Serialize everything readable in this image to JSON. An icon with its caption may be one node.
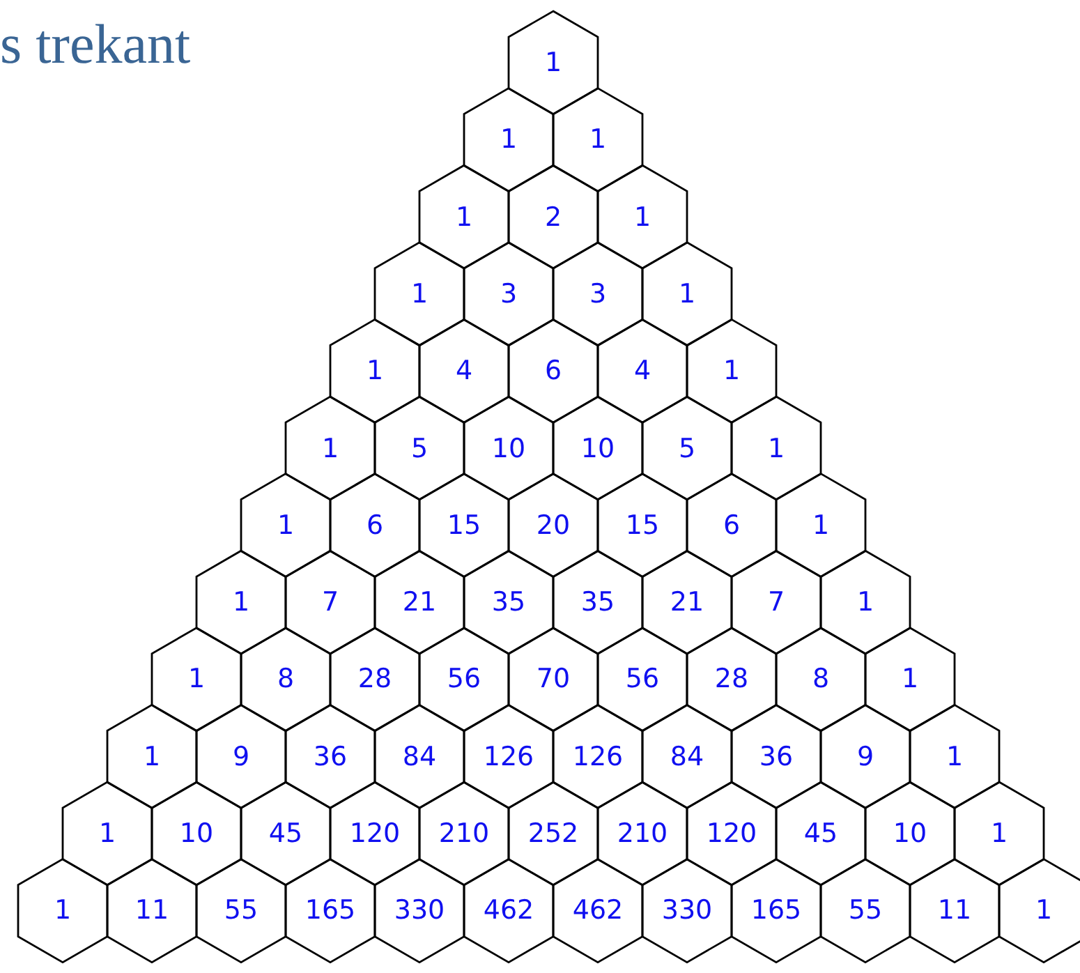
{
  "diagram": {
    "title": "s trekant",
    "nodes": [
      {
        "text": [
          "1"
        ]
      },
      {
        "text": [
          "1"
        ]
      },
      {
        "text": [
          "1"
        ]
      },
      {
        "text": [
          "1"
        ]
      },
      {
        "text": [
          "2"
        ]
      },
      {
        "text": [
          "1"
        ]
      },
      {
        "text": [
          "1"
        ]
      },
      {
        "text": [
          "3"
        ]
      },
      {
        "text": [
          "3"
        ]
      },
      {
        "text": [
          "1"
        ]
      },
      {
        "text": [
          "1"
        ]
      },
      {
        "text": [
          "4"
        ]
      },
      {
        "text": [
          "6"
        ]
      },
      {
        "text": [
          "4"
        ]
      },
      {
        "text": [
          "1"
        ]
      },
      {
        "text": [
          "1"
        ]
      },
      {
        "text": [
          "5"
        ]
      },
      {
        "text": [
          "10"
        ]
      },
      {
        "text": [
          "10"
        ]
      },
      {
        "text": [
          "5"
        ]
      },
      {
        "text": [
          "1"
        ]
      },
      {
        "text": [
          "1"
        ]
      },
      {
        "text": [
          "6"
        ]
      },
      {
        "text": [
          "15"
        ]
      },
      {
        "text": [
          "20"
        ]
      },
      {
        "text": [
          "15"
        ]
      },
      {
        "text": [
          "6"
        ]
      },
      {
        "text": [
          "1"
        ]
      },
      {
        "text": [
          "1"
        ]
      },
      {
        "text": [
          "7"
        ]
      },
      {
        "text": [
          "21"
        ]
      },
      {
        "text": [
          "35"
        ]
      },
      {
        "text": [
          "35"
        ]
      },
      {
        "text": [
          "21"
        ]
      },
      {
        "text": [
          "7"
        ]
      },
      {
        "text": [
          "1"
        ]
      },
      {
        "text": [
          "1"
        ]
      },
      {
        "text": [
          "8"
        ]
      },
      {
        "text": [
          "28"
        ]
      },
      {
        "text": [
          "56"
        ]
      },
      {
        "text": [
          "70"
        ]
      },
      {
        "text": [
          "56"
        ]
      },
      {
        "text": [
          "28"
        ]
      },
      {
        "text": [
          "8"
        ]
      },
      {
        "text": [
          "1"
        ]
      },
      {
        "text": [
          "1"
        ]
      },
      {
        "text": [
          "9"
        ]
      },
      {
        "text": [
          "36"
        ]
      },
      {
        "text": [
          "84"
        ]
      },
      {
        "text": [
          "126"
        ]
      },
      {
        "text": [
          "126"
        ]
      },
      {
        "text": [
          "84"
        ]
      },
      {
        "text": [
          "36"
        ]
      },
      {
        "text": [
          "9"
        ]
      },
      {
        "text": [
          "1"
        ]
      },
      {
        "text": [
          "1"
        ]
      },
      {
        "text": [
          "10"
        ]
      },
      {
        "text": [
          "45"
        ]
      },
      {
        "text": [
          "120"
        ]
      },
      {
        "text": [
          "210"
        ]
      },
      {
        "text": [
          "252"
        ]
      },
      {
        "text": [
          "210"
        ]
      },
      {
        "text": [
          "120"
        ]
      },
      {
        "text": [
          "45"
        ]
      },
      {
        "text": [
          "10"
        ]
      },
      {
        "text": [
          "1"
        ]
      },
      {
        "text": [
          "1"
        ]
      },
      {
        "text": [
          "11"
        ]
      },
      {
        "text": [
          "55"
        ]
      },
      {
        "text": [
          "165"
        ]
      },
      {
        "text": [
          "330"
        ]
      },
      {
        "text": [
          "462"
        ]
      },
      {
        "text": [
          "462"
        ]
      },
      {
        "text": [
          "330"
        ]
      },
      {
        "text": [
          "165"
        ]
      },
      {
        "text": [
          "55"
        ]
      },
      {
        "text": [
          "11"
        ]
      },
      {
        "text": [
          "1"
        ]
      }
    ]
  }
}
